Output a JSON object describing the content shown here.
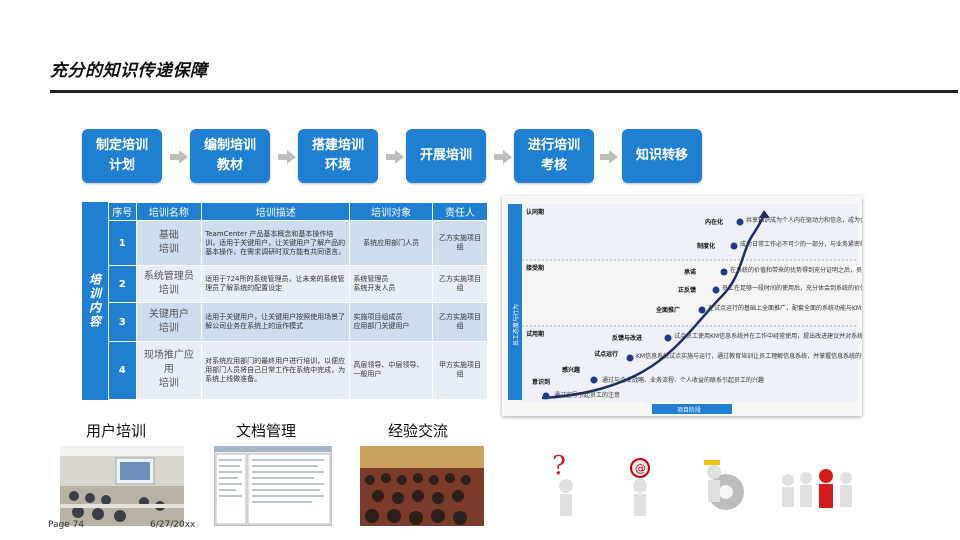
{
  "title": "充分的知识传递保障",
  "steps": [
    {
      "label": "制定培训\n计划"
    },
    {
      "label": "编制培训\n教材"
    },
    {
      "label": "搭建培训\n环境"
    },
    {
      "label": "开展培训"
    },
    {
      "label": "进行培训\n考核"
    },
    {
      "label": "知识转移"
    }
  ],
  "table": {
    "side_label": "培训内容",
    "headers": [
      "序号",
      "培训名称",
      "培训描述",
      "培训对象",
      "责任人"
    ],
    "rows": [
      {
        "num": "1",
        "name": "基础\n培训",
        "desc": "TeamCenter 产品基本概念和基本操作培训，适用于关键用户，让关键用户了解产品的基本操作，在需求调研时双方能有共同语言。",
        "audience": "系统应用部门人员",
        "owner": "乙方实施项目组"
      },
      {
        "num": "2",
        "name": "系统管理员\n培训",
        "desc": "适用于724所的系统管理员，让未来的系统管理员了解系统的配置设定",
        "audience": "系统管理员\n系统开发人员",
        "owner": "乙方实施项目组"
      },
      {
        "num": "3",
        "name": "关键用户\n培训",
        "desc": "适用于关键用户，让关键用户按照使用场景了解公司业务在系统上的运作模式",
        "audience": "实施项目组成员\n应用部门关键用户",
        "owner": "乙方实施项目组"
      },
      {
        "num": "4",
        "name": "现场推广应用\n培训",
        "desc": "对系统应用部门的最终用户进行培训，以便应用部门人员将自己日常工作在系统中完成，为系统上线做准备。",
        "audience": "高层领导、中层领导、一般用户",
        "owner": "甲方实施项目组"
      }
    ]
  },
  "diagram": {
    "yaxis": "员工态度与行为",
    "xaxis": "项目阶段",
    "bands": [
      "认同期",
      "接受期",
      "试用期"
    ],
    "stages": [
      {
        "label": "内在化",
        "note": "共享知识成为个人内在驱动力和信念，成为企业文化的一部分"
      },
      {
        "label": "制度化",
        "note": "成为日常工作必不可少的一部分，与业务紧密结合，与绩效管理紧密结合"
      },
      {
        "label": "承诺",
        "note": "在系统的价值和带来的优势得到充分证明之后，员工对KM充分的承诺"
      },
      {
        "label": "正反馈",
        "note": "员工在足够一段时间的使用后，充分体会到系统的价值，与业务、各利益主体相互促进"
      },
      {
        "label": "全面推广",
        "note": "在试点运行的基础上全面推广，配套全面的系统功能与KM流程教育培训，全部实施完毕并投入运行"
      },
      {
        "label": "反馈与改进",
        "note": "试点员工使用KM信息系统并在工作中经常使用，提出改进建议并对系统进行改进"
      },
      {
        "label": "试点运行",
        "note": "KM信息系统试点实施与运行，通过教育培训让员工理解信息系统，并掌握信息系统的使用方法"
      },
      {
        "label": "感兴趣",
        "note": "通过与企业战略、业务流程、个人收益的联系引起员工的兴趣"
      },
      {
        "label": "意识到",
        "note": "通过宣导引起员工的注意"
      }
    ]
  },
  "bottom": {
    "captions": [
      "用户培训",
      "文档管理",
      "经验交流"
    ]
  },
  "footer": {
    "page": "Page 74",
    "date": "6/27/20xx"
  },
  "colors": {
    "accent": "#1f7fd0",
    "row_dark": "#cfdcef",
    "row_light": "#e8eef7",
    "arrow": "#bdbdbd"
  }
}
